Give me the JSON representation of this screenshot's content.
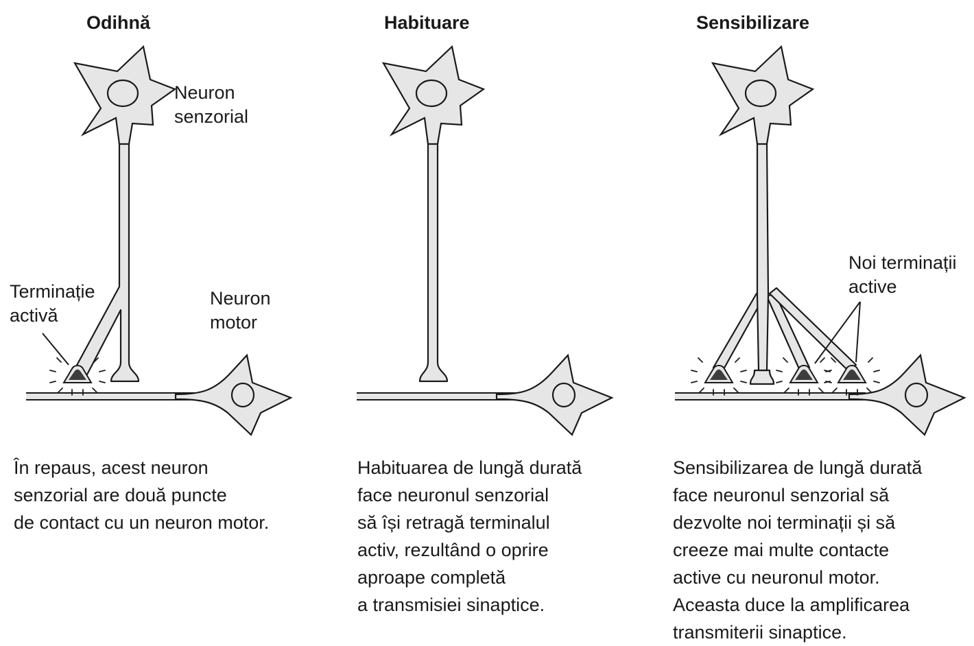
{
  "panels": [
    {
      "title": "Odihnă",
      "labels": {
        "sensory_neuron": [
          "Neuron",
          "senzorial"
        ],
        "active_terminal": [
          "Terminație",
          "activă"
        ],
        "motor_neuron": [
          "Neuron",
          "motor"
        ]
      },
      "caption": [
        "În repaus, acest neuron",
        "senzorial are două puncte",
        "de contact cu un neuron motor."
      ]
    },
    {
      "title": "Habituare",
      "caption": [
        "Habituarea de lungă durată",
        "face neuronul senzorial",
        "să își retragă terminalul",
        "activ, rezultând o oprire",
        "aproape completă",
        "a transmisiei sinaptice."
      ]
    },
    {
      "title": "Sensibilizare",
      "labels": {
        "new_terminals": [
          "Noi terminații",
          "active"
        ]
      },
      "caption": [
        "Sensibilizarea de lungă durată",
        "face neuronul senzorial să",
        "dezvolte noi terminații și să",
        "creeze mai multe contacte",
        "active cu neuronul motor.",
        "Aceasta duce la amplificarea",
        "transmiterii sinaptice."
      ]
    }
  ],
  "colors": {
    "cell_fill": "#e6e6e6",
    "outline": "#1a1a1a",
    "active_terminal": "#3d3d3d"
  }
}
